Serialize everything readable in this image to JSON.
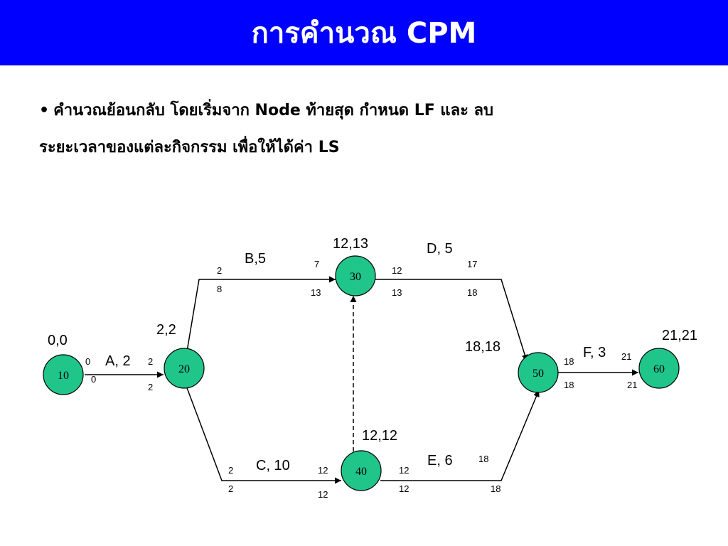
{
  "slide": {
    "title": "การคำนวณ CPM",
    "bullet_marker": "•",
    "bullet_line1": "คำนวณย้อนกลับ โดยเริ่มจาก Node ท้ายสุด กำหนด LF และ ลบ",
    "bullet_line2": "ระยะเวลาของแต่ละกิจกรรม เพื่อให้ได้ค่า LS",
    "title_bg": "#0000ff",
    "node_fill": "#20c58a"
  },
  "network": {
    "nodes": {
      "n10": {
        "label": "10",
        "times": "0,0"
      },
      "n20": {
        "label": "20",
        "times": "2,2"
      },
      "n30": {
        "label": "30",
        "times": "12,13"
      },
      "n40": {
        "label": "40",
        "times": "12,12"
      },
      "n50": {
        "label": "50",
        "times": "18,18"
      },
      "n60": {
        "label": "60",
        "times": "21,21"
      }
    },
    "activities": {
      "A": {
        "name": "A, 2",
        "es": "0",
        "ls": "0",
        "ef": "2",
        "lf": "2"
      },
      "B": {
        "name": "B,5",
        "es": "2",
        "ls": "8",
        "ef": "7",
        "lf": "13"
      },
      "C": {
        "name": "C, 10",
        "es": "2",
        "ls": "2",
        "ef": "12",
        "lf": "12"
      },
      "D": {
        "name": "D, 5",
        "es": "12",
        "ls": "13",
        "ef": "17",
        "lf": "18"
      },
      "E": {
        "name": "E, 6",
        "es": "12",
        "ls": "12",
        "ef": "18",
        "lf": "18"
      },
      "F": {
        "name": "F, 3",
        "es": "18",
        "ls": "18",
        "ef": "21",
        "lf": "21"
      }
    }
  }
}
